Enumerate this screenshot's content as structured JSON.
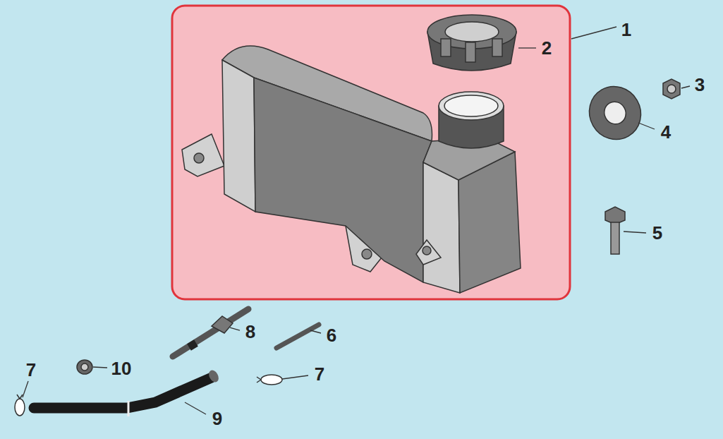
{
  "diagram": {
    "labels": [
      "1",
      "2",
      "3",
      "4",
      "5",
      "8",
      "6",
      "7",
      "10",
      "7",
      "9"
    ]
  }
}
